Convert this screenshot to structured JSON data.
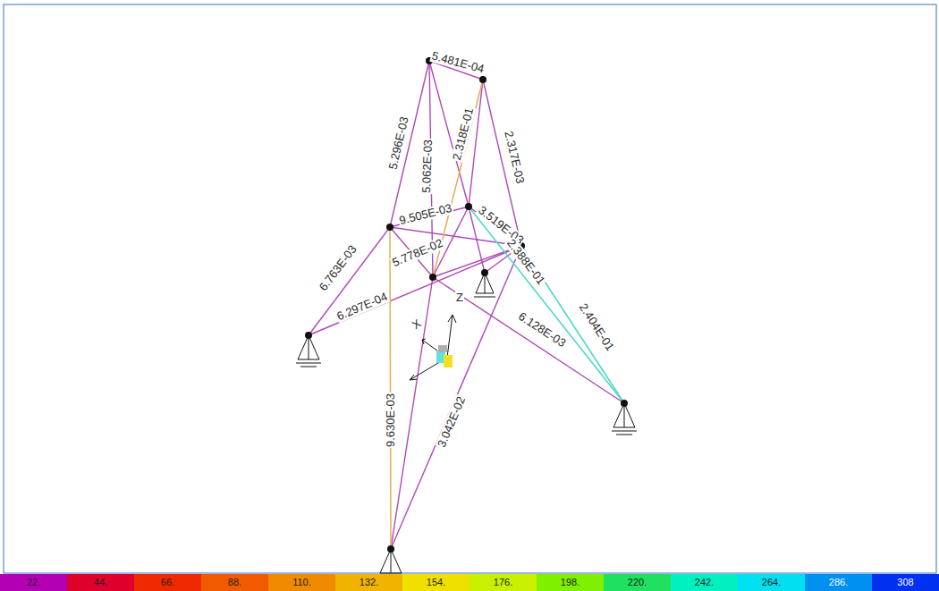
{
  "diagram": {
    "labels": [
      "5.481E-04",
      "5.296E-03",
      "5.062E-03",
      "2.318E-01",
      "2.317E-03",
      "9.505E-03",
      "3.519E-03",
      "6.763E-03",
      "6.297E-04",
      "5.778E-02",
      "6.128E-03",
      "2.388E-01",
      "2.404E-01",
      "3.042E-02",
      "9.630E-03",
      "Z",
      "X"
    ],
    "legend": [
      {
        "text": "22.",
        "color": "#b400b4"
      },
      {
        "text": "44.",
        "color": "#e0002c"
      },
      {
        "text": "66.",
        "color": "#f02a00"
      },
      {
        "text": "88.",
        "color": "#f05a00"
      },
      {
        "text": "110.",
        "color": "#f08a00"
      },
      {
        "text": "132.",
        "color": "#f0b400"
      },
      {
        "text": "154.",
        "color": "#f0e000"
      },
      {
        "text": "176.",
        "color": "#c8f000"
      },
      {
        "text": "198.",
        "color": "#7ef000"
      },
      {
        "text": "220.",
        "color": "#20e060"
      },
      {
        "text": "242.",
        "color": "#00f0c0"
      },
      {
        "text": "264.",
        "color": "#00e0f0"
      },
      {
        "text": "286.",
        "color": "#0090f0"
      },
      {
        "text": "308",
        "color": "#0030f0"
      }
    ]
  }
}
